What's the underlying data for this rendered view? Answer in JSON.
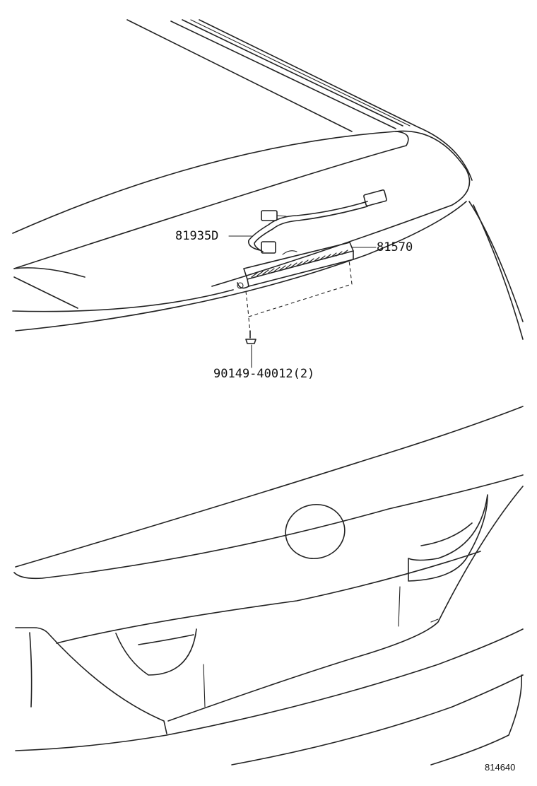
{
  "labels": {
    "harness": "81935D",
    "stop_lamp": "81570",
    "screw": "90149-40012(2)"
  },
  "figure_id": "814640"
}
